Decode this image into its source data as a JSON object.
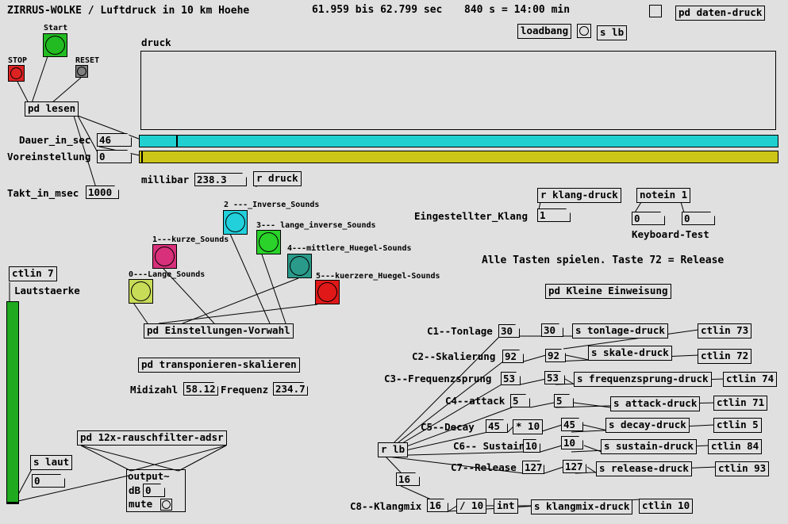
{
  "header": {
    "title": "ZIRRUS-WOLKE / Luftdruck in 10 km Hoehe",
    "time_range": "61.959 bis 62.799 sec",
    "duration": "840 s = 14:00 min"
  },
  "top_right": {
    "daten": "pd daten-druck",
    "loadbang": "loadbang",
    "send_lb": "s lb"
  },
  "transport": {
    "start": "Start",
    "stop": "STOP",
    "reset": "RESET",
    "pd_lesen": "pd lesen"
  },
  "array": {
    "name": "druck"
  },
  "params": {
    "dauer_label": "Dauer_in_sec",
    "dauer_value": "46",
    "vorein_label": "Voreinstellung",
    "vorein_value": "0",
    "takt_label": "Takt_in_msec",
    "takt_value": "1000",
    "millibar_label": "millibar",
    "millibar_value": "238.3",
    "r_druck": "r druck"
  },
  "sliders": {
    "cyan_position": 0.057,
    "yellow_position": 0.003,
    "lautstaerke_level": 1.0
  },
  "colors": {
    "cyan": "#20d0d0",
    "yellow": "#ccc618",
    "green": "#1faa1f",
    "pink": "#d8307a",
    "aqua": "#22d0dc",
    "lime": "#2ad22a",
    "teal": "#2a9a8a",
    "red": "#e01818",
    "olive": "#c8dc58",
    "start_green": "#22bb22",
    "stop_red": "#dd2222",
    "reset_grey": "#808080"
  },
  "sounds": {
    "s0": "0---Lange_Sounds",
    "s1": "1---kurze_Sounds",
    "s2": "2 ---_Inverse_Sounds",
    "s3": "3--- lange_inverse_Sounds",
    "s4": "4---mittlere_Huegel-Sounds",
    "s5": "5---kuerzere_Huegel-Sounds",
    "vorwahl": "pd Einstellungen-Vorwahl"
  },
  "klang": {
    "r_klang": "r klang-druck",
    "notein": "notein 1",
    "eingestellt_label": "Eingestellter_Klang",
    "eingestellt_value": "1",
    "note_a": "0",
    "note_b": "0",
    "keyboard_test": "Keyboard-Test",
    "info": "Alle Tasten spielen. Taste 72 = Release",
    "einweisung": "pd Kleine Einweisung"
  },
  "volume": {
    "ctlin": "ctlin 7",
    "label": "Lautstaerke",
    "s_laut": "s laut",
    "value": "0"
  },
  "transp": {
    "pd": "pd transponieren-skalieren",
    "midizahl_label": "Midizahl",
    "midizahl": "58.12",
    "frequenz_label": "Frequenz",
    "frequenz": "234.7"
  },
  "synth": {
    "rausch": "pd 12x-rauschfilter-adsr",
    "output": "output~",
    "db_label": "dB",
    "db_value": "0",
    "mute": "mute"
  },
  "controls": {
    "r_lb": "r lb",
    "r_lb_value": "16",
    "c1": {
      "label": "C1--Tonlage",
      "v1": "30",
      "v2": "30",
      "send": "s tonlage-druck",
      "ctl": "ctlin 73"
    },
    "c2": {
      "label": "C2--Skalierung",
      "v1": "92",
      "v2": "92",
      "send": "s skale-druck",
      "ctl": "ctlin 72"
    },
    "c3": {
      "label": "C3--Frequenzsprung",
      "v1": "53",
      "v2": "53",
      "send": "s frequenzsprung-druck",
      "ctl": "ctlin 74"
    },
    "c4": {
      "label": "C4--attack",
      "v1": "5",
      "v2": "5",
      "send": "s attack-druck",
      "ctl": "ctlin 71"
    },
    "c5": {
      "label": "C5--Decay",
      "v1": "45",
      "op": "* 10",
      "v2": "45",
      "send": "s decay-druck",
      "ctl": "ctlin 5"
    },
    "c6": {
      "label": "C6-- Sustain",
      "v1": "10",
      "v2": "10",
      "send": "s sustain-druck",
      "ctl": "ctlin 84"
    },
    "c7": {
      "label": "C7--Release",
      "v1": "127",
      "v2": "127",
      "send": "s release-druck",
      "ctl": "ctlin 93"
    },
    "c8": {
      "label": "C8--Klangmix",
      "v1": "16",
      "op": "/ 10",
      "int": "int",
      "send": "s klangmix-druck",
      "ctl": "ctlin 10"
    }
  }
}
